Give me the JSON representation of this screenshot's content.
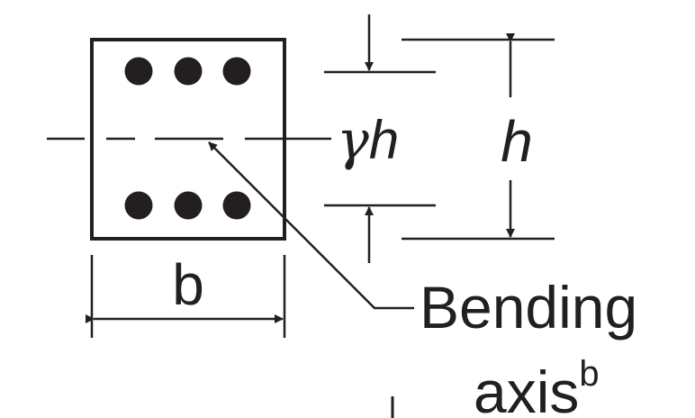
{
  "labels": {
    "width": "b",
    "height": "h",
    "gamma_h_symbol": "γ",
    "gamma_h_var": "h",
    "bending_axis_line1": "Bending",
    "bending_axis_line2": "axis",
    "bending_axis_superscript": "b"
  },
  "reinforcement": {
    "top_row_bars": 3,
    "bottom_row_bars": 3
  },
  "colors": {
    "ink": "#231f20",
    "background": "#ffffff"
  }
}
